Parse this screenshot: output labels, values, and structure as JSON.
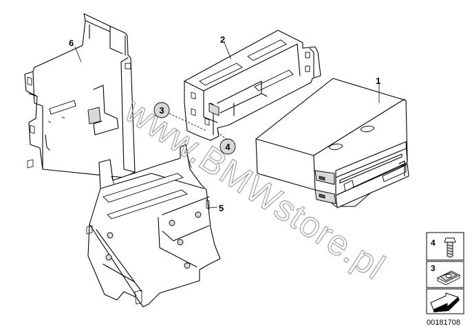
{
  "callouts": {
    "part1": "1",
    "part2": "2",
    "part3": "3",
    "part4": "4",
    "part5": "5",
    "part6": "6"
  },
  "watermark": "www.BMWstore.pl",
  "legend": {
    "item4": "4",
    "item3": "3",
    "arrow_icon": "arrow-icon"
  },
  "diagram_number": "00181708"
}
